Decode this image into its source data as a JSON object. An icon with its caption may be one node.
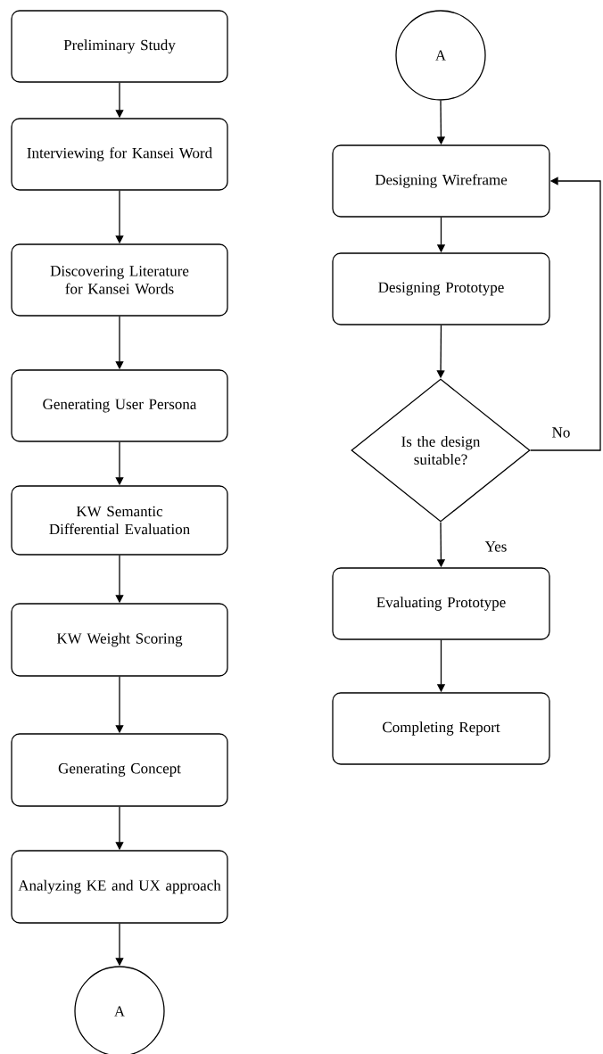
{
  "diagram": {
    "nodes": [
      {
        "text": [
          "Preliminary Study"
        ]
      },
      {
        "text": [
          "Interviewing for Kansei Word"
        ]
      },
      {
        "text": [
          "Discovering Literature for Kansei Words"
        ]
      },
      {
        "text": [
          "Generating User Persona"
        ]
      },
      {
        "text": [
          "KW Semantic Differential Evaluation"
        ]
      },
      {
        "text": [
          "KW Weight Scoring"
        ]
      },
      {
        "text": [
          "Generating Concept"
        ]
      },
      {
        "text": [
          "Analyzing KE and UX approach"
        ]
      },
      {
        "text": [
          "A"
        ]
      },
      {
        "text": [
          "A"
        ]
      },
      {
        "text": [
          "Designing Wireframe"
        ]
      },
      {
        "text": [
          "Designing Prototype"
        ]
      },
      {
        "text": [
          "Is the design suitable?"
        ]
      },
      {
        "text": [
          "Evaluating Prototype"
        ]
      },
      {
        "text": [
          "Completing Report"
        ]
      }
    ],
    "edges": [
      {
        "from": 0,
        "to": 1,
        "arrow": "to"
      },
      {
        "from": 1,
        "to": 2,
        "arrow": "to"
      },
      {
        "from": 2,
        "to": 3,
        "arrow": "to"
      },
      {
        "from": 3,
        "to": 4,
        "arrow": "to"
      },
      {
        "from": 4,
        "to": 5,
        "arrow": "to"
      },
      {
        "from": 5,
        "to": 6,
        "arrow": "to"
      },
      {
        "from": 6,
        "to": 7,
        "arrow": "to"
      },
      {
        "from": 7,
        "to": 8,
        "arrow": "to"
      },
      {
        "from": 9,
        "to": 10,
        "arrow": "to"
      },
      {
        "from": 10,
        "to": 11,
        "arrow": "to"
      },
      {
        "from": 11,
        "to": 12,
        "arrow": "to"
      },
      {
        "from": 12,
        "to": 10,
        "arrow": "to",
        "label": "No"
      },
      {
        "from": 12,
        "to": 13,
        "arrow": "to",
        "label": "Yes"
      },
      {
        "from": 13,
        "to": 14,
        "arrow": "to"
      }
    ]
  }
}
